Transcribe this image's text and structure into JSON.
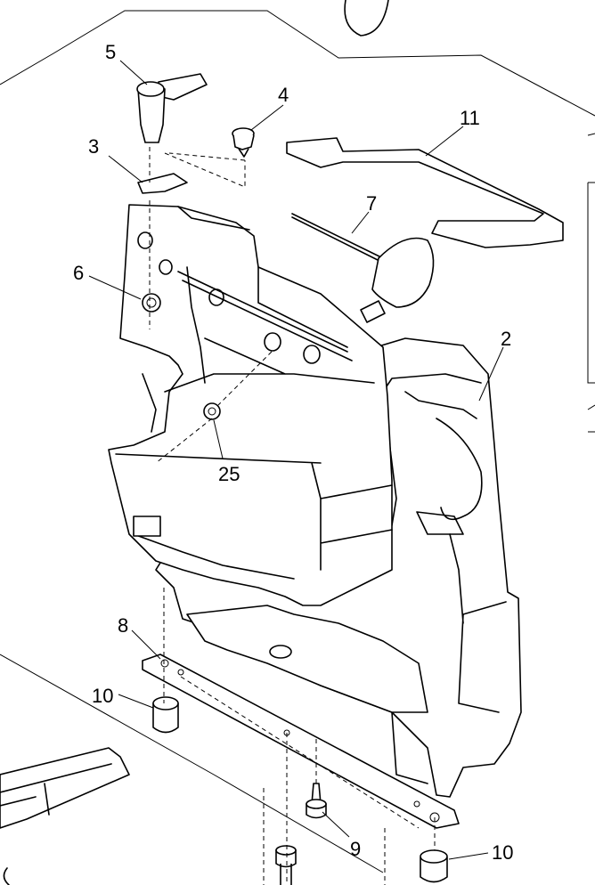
{
  "diagram": {
    "callouts": [
      {
        "id": "c5",
        "text": "5"
      },
      {
        "id": "c4",
        "text": "4"
      },
      {
        "id": "c3",
        "text": "3"
      },
      {
        "id": "c11",
        "text": "11"
      },
      {
        "id": "c7",
        "text": "7"
      },
      {
        "id": "c6",
        "text": "6"
      },
      {
        "id": "c2",
        "text": "2"
      },
      {
        "id": "c25",
        "text": "25"
      },
      {
        "id": "c8",
        "text": "8"
      },
      {
        "id": "c10a",
        "text": "10"
      },
      {
        "id": "c9",
        "text": "9"
      },
      {
        "id": "c10b",
        "text": "10"
      }
    ]
  }
}
